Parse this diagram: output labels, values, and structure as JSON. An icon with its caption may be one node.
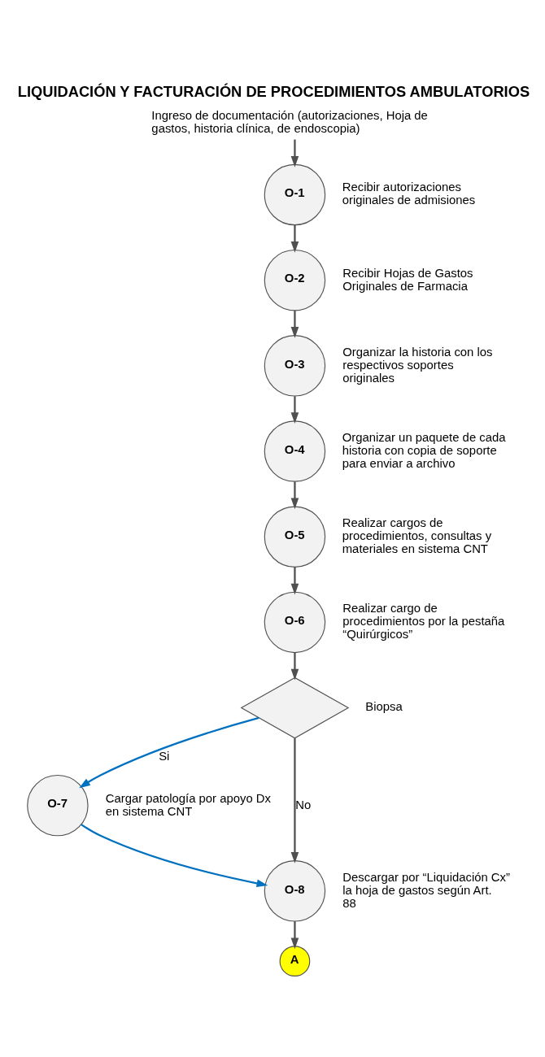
{
  "diagram": {
    "title": "LIQUIDACIÓN Y FACTURACIÓN DE PROCEDIMIENTOS AMBULATORIOS",
    "nodes": [
      {
        "text": [
          "Ingreso de documentación (autorizaciones, Hoja de gastos, historia clínica, de endoscopia)"
        ]
      },
      {
        "text": [
          "O-1"
        ],
        "beside": [
          "Recibir autorizaciones originales de admisiones"
        ]
      },
      {
        "text": [
          "O-2"
        ],
        "beside": [
          "Recibir Hojas de Gastos Originales de Farmacia"
        ]
      },
      {
        "text": [
          "O-3"
        ],
        "beside": [
          "Organizar la historia con los respectivos soportes originales"
        ]
      },
      {
        "text": [
          "O-4"
        ],
        "beside": [
          "Organizar un paquete de cada historia con copia de soporte para enviar a archivo"
        ]
      },
      {
        "text": [
          "O-5"
        ],
        "beside": [
          "Realizar cargos de procedimientos, consultas y materiales en sistema CNT"
        ]
      },
      {
        "text": [
          "O-6"
        ],
        "beside": [
          "Realizar cargo de procedimientos por la pestaña “Quirúrgicos”"
        ]
      },
      {
        "text": [],
        "shape": "diamond",
        "beside": [
          "Biopsa"
        ]
      },
      {
        "text": [
          "O-7"
        ],
        "beside": [
          "Cargar patología por apoyo Dx en sistema CNT"
        ]
      },
      {
        "text": [
          "O-8"
        ],
        "beside": [
          "Descargar por “Liquidación Cx” la hoja de gastos según Art. 88"
        ]
      },
      {
        "text": [
          "A"
        ]
      }
    ],
    "edges": [
      {
        "from": 0,
        "to": 1,
        "arrow": "to"
      },
      {
        "from": 1,
        "to": 2,
        "arrow": "to"
      },
      {
        "from": 2,
        "to": 3,
        "arrow": "to"
      },
      {
        "from": 3,
        "to": 4,
        "arrow": "to"
      },
      {
        "from": 4,
        "to": 5,
        "arrow": "to"
      },
      {
        "from": 5,
        "to": 6,
        "arrow": "to"
      },
      {
        "from": 6,
        "to": 7,
        "arrow": "to"
      },
      {
        "from": 7,
        "to": 8,
        "arrow": "to",
        "label": "Si",
        "color": "#0070c0"
      },
      {
        "from": 7,
        "to": 9,
        "arrow": "to",
        "label": "No"
      },
      {
        "from": 8,
        "to": 9,
        "arrow": "to",
        "color": "#0070c0"
      },
      {
        "from": 9,
        "to": 10,
        "arrow": "to"
      }
    ]
  }
}
